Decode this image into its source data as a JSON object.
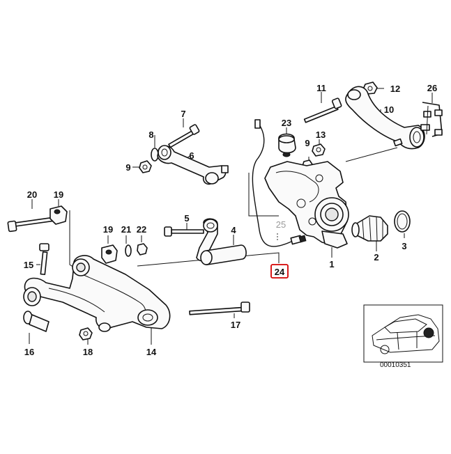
{
  "callouts": {
    "c1": "1",
    "c2": "2",
    "c3": "3",
    "c4": "4",
    "c5": "5",
    "c6": "6",
    "c7": "7",
    "c8": "8",
    "c9a": "9",
    "c9b": "9",
    "c10": "10",
    "c11": "11",
    "c12": "12",
    "c13": "13",
    "c14": "14",
    "c15": "15",
    "c16": "16",
    "c17": "17",
    "c18": "18",
    "c19a": "19",
    "c19b": "19",
    "c20": "20",
    "c21": "21",
    "c22": "22",
    "c23": "23",
    "c24": "24",
    "c25": "25",
    "c26": "26"
  },
  "highlighted_part": "24",
  "inset": {
    "code": "00010351"
  }
}
